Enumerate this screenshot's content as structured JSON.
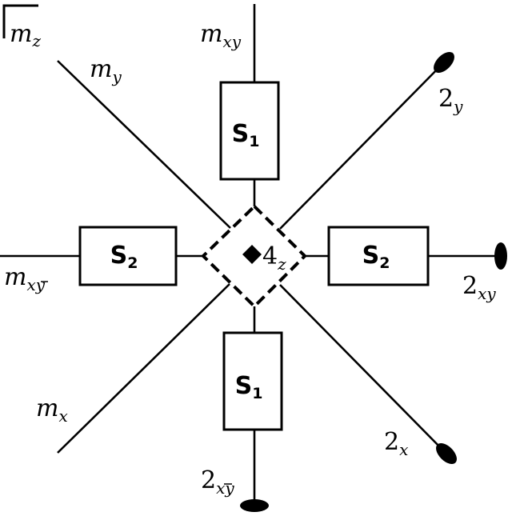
{
  "frame_label": {
    "letter": "m",
    "sub": "z"
  },
  "mirrors": [
    {
      "id": "my",
      "letter": "m",
      "sub": "y"
    },
    {
      "id": "mxy",
      "letter": "m",
      "sub": "xy"
    },
    {
      "id": "mxybar",
      "letter": "m",
      "sub": "xy",
      "bar_on": "y"
    },
    {
      "id": "mx",
      "letter": "m",
      "sub": "x"
    }
  ],
  "twofold_axes": [
    {
      "id": "2y",
      "digit": "2",
      "sub": "y"
    },
    {
      "id": "2xy",
      "digit": "2",
      "sub": "xy"
    },
    {
      "id": "2x",
      "digit": "2",
      "sub": "x"
    },
    {
      "id": "2xybar",
      "digit": "2",
      "sub": "xy",
      "bar_on": "y"
    }
  ],
  "center": {
    "digit": "4",
    "sub": "z"
  },
  "boxes": [
    {
      "id": "s1-top",
      "letter": "S",
      "sub": "1"
    },
    {
      "id": "s2-left",
      "letter": "S",
      "sub": "2"
    },
    {
      "id": "s2-right",
      "letter": "S",
      "sub": "2"
    },
    {
      "id": "s1-bottom",
      "letter": "S",
      "sub": "1"
    }
  ],
  "colors": {
    "ink": "#000000",
    "background": "#ffffff"
  }
}
